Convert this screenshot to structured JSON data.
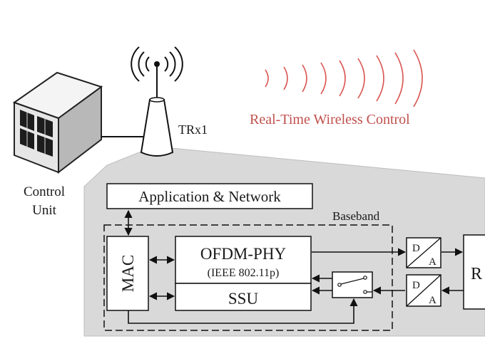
{
  "labels": {
    "control_unit_line1": "Control",
    "control_unit_line2": "Unit",
    "trx": "TRx1",
    "wireless": "Real-Time Wireless Control",
    "app_network": "Application & Network",
    "baseband": "Baseband",
    "mac": "MAC",
    "ofdm_phy": "OFDM-PHY",
    "ieee": "(IEEE 802.11p)",
    "ssu": "SSU",
    "dac_d": "D",
    "dac_a": "A",
    "adc_d": "D",
    "adc_a": "A",
    "rf_partial": "R"
  },
  "colors": {
    "wireless_text": "#c0504d",
    "wave": "#d9534f",
    "panel": "#d9d9d9"
  }
}
